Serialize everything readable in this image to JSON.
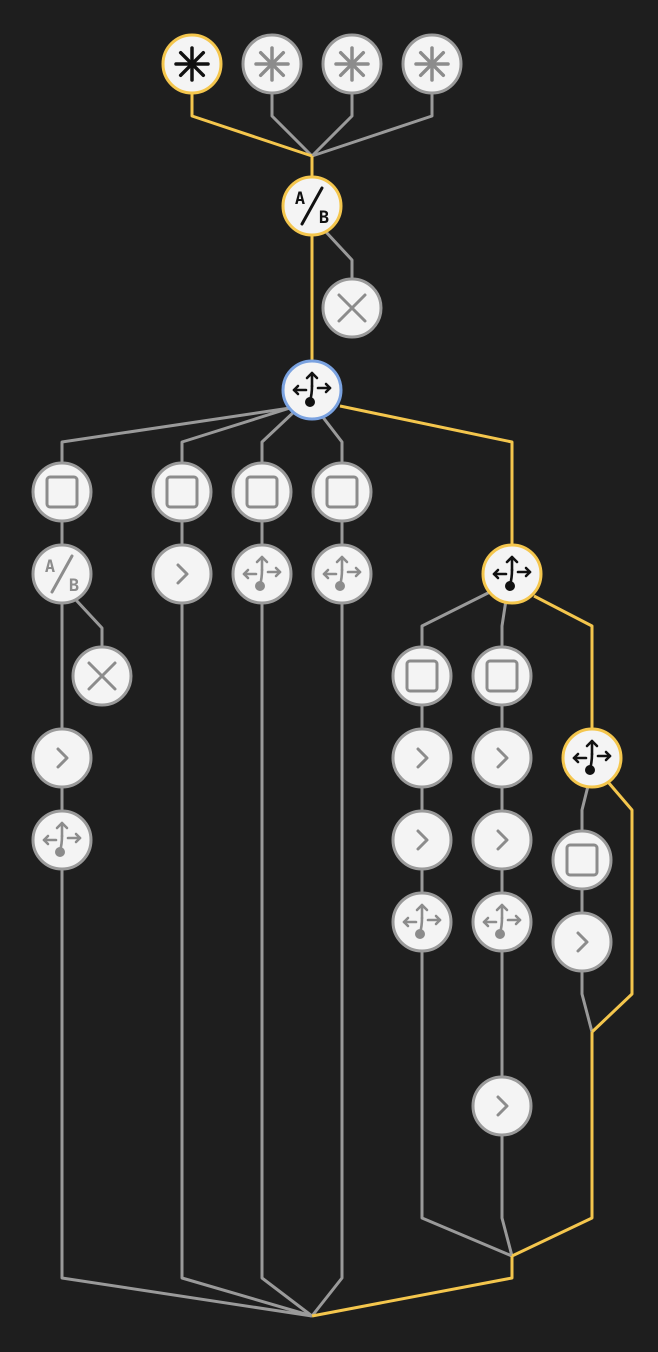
{
  "colors": {
    "background": "#1e1e1e",
    "edge_inactive": "#9a9a9a",
    "edge_active": "#f4c64d",
    "node_fill": "#f4f4f4",
    "node_border_inactive": "#9a9a9a",
    "node_border_active": "#f4c64d",
    "node_border_selected": "#7aa2e0",
    "glyph_active": "#111111",
    "glyph_inactive": "#8c8c8c"
  },
  "ab_letters": {
    "a": "A",
    "b": "B"
  },
  "nodes": [
    {
      "id": "t1",
      "icon": "asterisk-icon",
      "state": "active"
    },
    {
      "id": "t2",
      "icon": "asterisk-icon",
      "state": "inactive"
    },
    {
      "id": "t3",
      "icon": "asterisk-icon",
      "state": "inactive"
    },
    {
      "id": "t4",
      "icon": "asterisk-icon",
      "state": "inactive"
    },
    {
      "id": "ab1",
      "icon": "ab-split-icon",
      "state": "active"
    },
    {
      "id": "x1",
      "icon": "close-icon",
      "state": "inactive"
    },
    {
      "id": "fork1",
      "icon": "fork-icon",
      "state": "selected"
    },
    {
      "id": "c1_sq",
      "icon": "square-icon",
      "state": "inactive"
    },
    {
      "id": "c1_ab",
      "icon": "ab-split-icon",
      "state": "inactive"
    },
    {
      "id": "c1_x",
      "icon": "close-icon",
      "state": "inactive"
    },
    {
      "id": "c1_ch",
      "icon": "chevron-right-icon",
      "state": "inactive"
    },
    {
      "id": "c1_fk",
      "icon": "fork-icon",
      "state": "inactive"
    },
    {
      "id": "c2_sq",
      "icon": "square-icon",
      "state": "inactive"
    },
    {
      "id": "c2_ch",
      "icon": "chevron-right-icon",
      "state": "inactive"
    },
    {
      "id": "c3_sq",
      "icon": "square-icon",
      "state": "inactive"
    },
    {
      "id": "c3_fk",
      "icon": "fork-icon",
      "state": "inactive"
    },
    {
      "id": "c4_sq",
      "icon": "square-icon",
      "state": "inactive"
    },
    {
      "id": "c4_fk",
      "icon": "fork-icon",
      "state": "inactive"
    },
    {
      "id": "fork2",
      "icon": "fork-icon",
      "state": "active"
    },
    {
      "id": "d1_sq",
      "icon": "square-icon",
      "state": "inactive"
    },
    {
      "id": "d1_ch1",
      "icon": "chevron-right-icon",
      "state": "inactive"
    },
    {
      "id": "d1_ch2",
      "icon": "chevron-right-icon",
      "state": "inactive"
    },
    {
      "id": "d1_fk",
      "icon": "fork-icon",
      "state": "inactive"
    },
    {
      "id": "d2_sq",
      "icon": "square-icon",
      "state": "inactive"
    },
    {
      "id": "d2_ch1",
      "icon": "chevron-right-icon",
      "state": "inactive"
    },
    {
      "id": "d2_ch2",
      "icon": "chevron-right-icon",
      "state": "inactive"
    },
    {
      "id": "d2_fk",
      "icon": "fork-icon",
      "state": "inactive"
    },
    {
      "id": "d2_ch3",
      "icon": "chevron-right-icon",
      "state": "inactive"
    },
    {
      "id": "fork3",
      "icon": "fork-icon",
      "state": "active"
    },
    {
      "id": "e1_sq",
      "icon": "square-icon",
      "state": "inactive"
    },
    {
      "id": "e1_ch",
      "icon": "chevron-right-icon",
      "state": "inactive"
    }
  ],
  "edges": [
    {
      "id": "e_t1",
      "state": "active"
    },
    {
      "id": "e_t2",
      "state": "inactive"
    },
    {
      "id": "e_t3",
      "state": "inactive"
    },
    {
      "id": "e_t4",
      "state": "inactive"
    },
    {
      "id": "e_ab1_fork1",
      "state": "active"
    },
    {
      "id": "e_ab1_x1",
      "state": "inactive"
    },
    {
      "id": "e_fork1_c1",
      "state": "inactive"
    },
    {
      "id": "e_fork1_c2",
      "state": "inactive"
    },
    {
      "id": "e_fork1_c3",
      "state": "inactive"
    },
    {
      "id": "e_fork1_c4",
      "state": "inactive"
    },
    {
      "id": "e_fork1_fork2",
      "state": "active"
    },
    {
      "id": "e_c1_chain",
      "state": "inactive"
    },
    {
      "id": "e_c1_x",
      "state": "inactive"
    },
    {
      "id": "e_c2_chain",
      "state": "inactive"
    },
    {
      "id": "e_c3_chain",
      "state": "inactive"
    },
    {
      "id": "e_c4_chain",
      "state": "inactive"
    },
    {
      "id": "e_fork2_d1",
      "state": "inactive"
    },
    {
      "id": "e_fork2_d2",
      "state": "inactive"
    },
    {
      "id": "e_fork2_fork3",
      "state": "active"
    },
    {
      "id": "e_d1_chain",
      "state": "inactive"
    },
    {
      "id": "e_d2_chain",
      "state": "inactive"
    },
    {
      "id": "e_fork3_e1",
      "state": "inactive"
    },
    {
      "id": "e_e1_chain",
      "state": "inactive"
    },
    {
      "id": "e_fork3_bypass",
      "state": "active"
    },
    {
      "id": "e_d_merge",
      "state": "inactive"
    },
    {
      "id": "e_fork3_merge",
      "state": "active"
    },
    {
      "id": "e_left_merge",
      "state": "inactive"
    },
    {
      "id": "e_right_merge",
      "state": "active"
    }
  ]
}
